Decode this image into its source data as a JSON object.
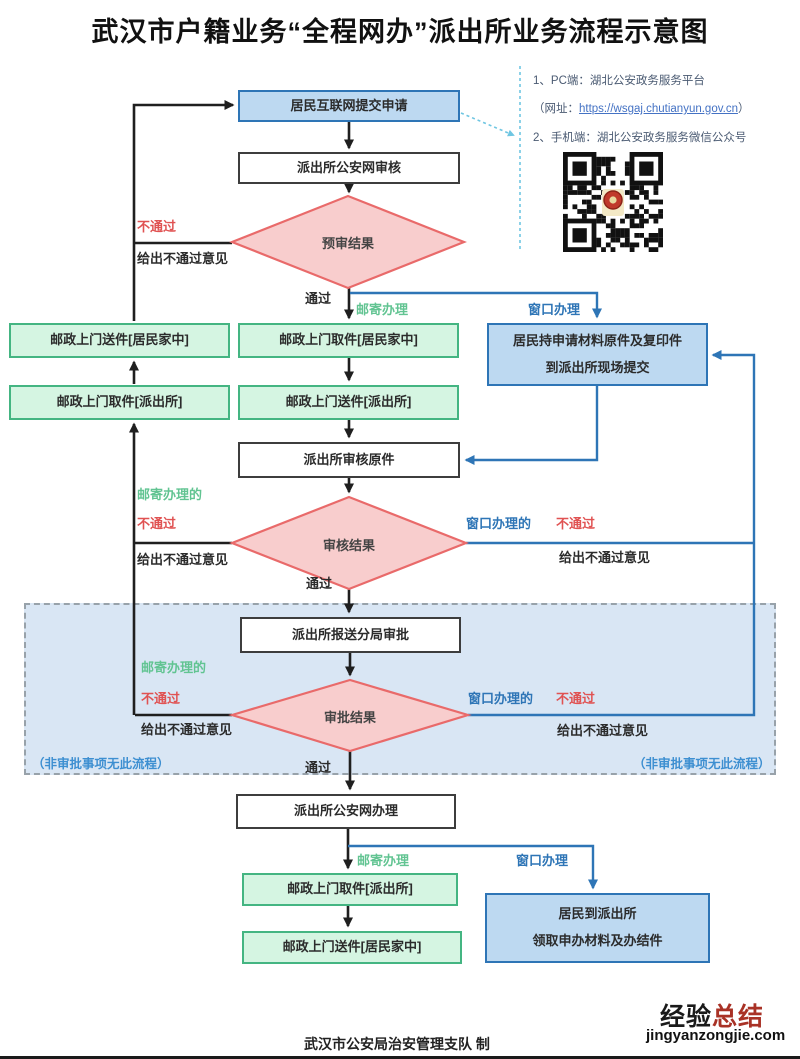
{
  "title": "武汉市户籍业务“全程网办”派出所业务流程示意图",
  "colors": {
    "blue_fill": "#BDD9F1",
    "blue_border": "#2E75B6",
    "green_fill": "#D5F5E2",
    "green_border": "#44B582",
    "pink_fill": "#F8CDCD",
    "pink_border": "#E96A6A",
    "white_box_border": "#3d3d3d",
    "region_fill": "#D9E6F4",
    "red_text": "#E05252",
    "green_text": "#62C492",
    "blue_text": "#2E75B6",
    "note_blue": "#3D8FD1",
    "watermark_red": "#A93226"
  },
  "note": {
    "line1": "1、PC端：湖北公安政务服务平台",
    "line2_prefix": "（网址：",
    "line2_url": "https://wsgaj.chutianyun.gov.cn",
    "line2_suffix": "）",
    "line3": "2、手机端：湖北公安政务服务微信公众号"
  },
  "nodes": {
    "submit": "居民互联网提交申请",
    "precheck": "派出所公安网审核",
    "precheck_result": "预审结果",
    "post_deliver_home_left": "邮政上门送件[居民家中]",
    "post_pickup_station_left": "邮政上门取件[派出所]",
    "post_pickup_home": "邮政上门取件[居民家中]",
    "post_deliver_station": "邮政上门送件[派出所]",
    "window_submit_line1": "居民持申请材料原件及复印件",
    "window_submit_line2": "到派出所现场提交",
    "review_original": "派出所审核原件",
    "review_result": "审核结果",
    "report_approval": "派出所报送分局审批",
    "approval_result": "审批结果",
    "online_process": "派出所公安网办理",
    "post_pickup_station_bottom": "邮政上门取件[派出所]",
    "post_deliver_home_bottom": "邮政上门送件[居民家中]",
    "window_receive_line1": "居民到派出所",
    "window_receive_line2": "领取申办材料及办结件"
  },
  "labels": {
    "pass": "通过",
    "fail": "不通过",
    "fail_opinion": "给出不通过意见",
    "mail_method": "邮寄办理",
    "window_method": "窗口办理",
    "mail_method_de": "邮寄办理的",
    "window_method_de": "窗口办理的",
    "no_approval_note": "（非审批事项无此流程）"
  },
  "footer": {
    "credit": "武汉市公安局治安管理支队  制"
  },
  "watermark": {
    "part1": "经验",
    "part2": "总结",
    "domain": "jingyanzongjie.com"
  }
}
